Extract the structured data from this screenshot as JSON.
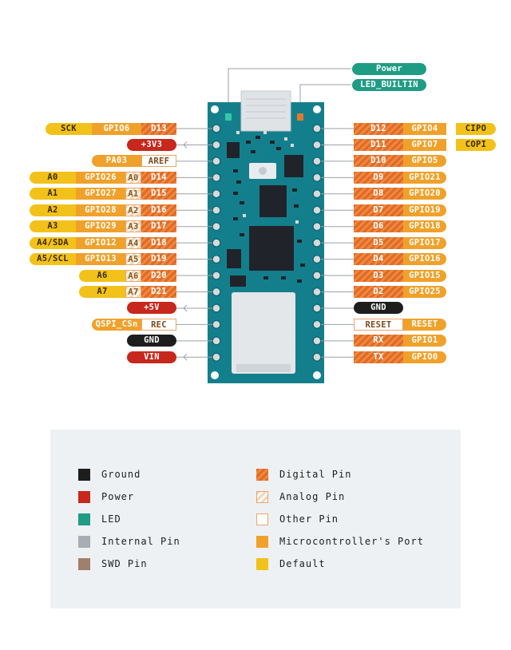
{
  "top_labels": [
    {
      "key": "power",
      "text": "Power",
      "type": "led"
    },
    {
      "key": "led_builtin",
      "text": "LED_BUILTIN",
      "type": "led"
    }
  ],
  "left_pins": [
    {
      "labels": [
        {
          "text": "SCK",
          "type": "default"
        },
        {
          "text": "GPIO6",
          "type": "port"
        },
        {
          "text": "D13",
          "type": "digital"
        }
      ]
    },
    {
      "labels": [
        {
          "text": "+3V3",
          "type": "power"
        }
      ]
    },
    {
      "labels": [
        {
          "text": "PA03",
          "type": "port"
        },
        {
          "text": "AREF",
          "type": "other"
        }
      ]
    },
    {
      "labels": [
        {
          "text": "A0",
          "type": "default"
        },
        {
          "text": "GPIO26",
          "type": "port"
        },
        {
          "text": "A0",
          "type": "analog"
        },
        {
          "text": "D14",
          "type": "digital"
        }
      ]
    },
    {
      "labels": [
        {
          "text": "A1",
          "type": "default"
        },
        {
          "text": "GPIO27",
          "type": "port"
        },
        {
          "text": "A1",
          "type": "analog"
        },
        {
          "text": "D15",
          "type": "digital"
        }
      ]
    },
    {
      "labels": [
        {
          "text": "A2",
          "type": "default"
        },
        {
          "text": "GPIO28",
          "type": "port"
        },
        {
          "text": "A2",
          "type": "analog"
        },
        {
          "text": "D16",
          "type": "digital"
        }
      ]
    },
    {
      "labels": [
        {
          "text": "A3",
          "type": "default"
        },
        {
          "text": "GPIO29",
          "type": "port"
        },
        {
          "text": "A3",
          "type": "analog"
        },
        {
          "text": "D17",
          "type": "digital"
        }
      ]
    },
    {
      "labels": [
        {
          "text": "A4/SDA",
          "type": "default"
        },
        {
          "text": "GPIO12",
          "type": "port"
        },
        {
          "text": "A4",
          "type": "analog"
        },
        {
          "text": "D18",
          "type": "digital"
        }
      ]
    },
    {
      "labels": [
        {
          "text": "A5/SCL",
          "type": "default"
        },
        {
          "text": "GPIO13",
          "type": "port"
        },
        {
          "text": "A5",
          "type": "analog"
        },
        {
          "text": "D19",
          "type": "digital"
        }
      ]
    },
    {
      "labels": [
        {
          "text": "A6",
          "type": "default"
        },
        {
          "text": "A6",
          "type": "analog"
        },
        {
          "text": "D20",
          "type": "digital"
        }
      ]
    },
    {
      "labels": [
        {
          "text": "A7",
          "type": "default"
        },
        {
          "text": "A7",
          "type": "analog"
        },
        {
          "text": "D21",
          "type": "digital"
        }
      ]
    },
    {
      "labels": [
        {
          "text": "+5V",
          "type": "power"
        }
      ]
    },
    {
      "labels": [
        {
          "text": "QSPI_CSn",
          "type": "port"
        },
        {
          "text": "REC",
          "type": "other"
        }
      ]
    },
    {
      "labels": [
        {
          "text": "GND",
          "type": "ground"
        }
      ]
    },
    {
      "labels": [
        {
          "text": "VIN",
          "type": "power"
        }
      ]
    }
  ],
  "right_pins": [
    {
      "labels": [
        {
          "text": "D12",
          "type": "digital"
        },
        {
          "text": "GPIO4",
          "type": "port"
        },
        {
          "text": "CIPO",
          "type": "default"
        }
      ]
    },
    {
      "labels": [
        {
          "text": "D11",
          "type": "digital"
        },
        {
          "text": "GPIO7",
          "type": "port"
        },
        {
          "text": "COPI",
          "type": "default"
        }
      ]
    },
    {
      "labels": [
        {
          "text": "D10",
          "type": "digital"
        },
        {
          "text": "GPIO5",
          "type": "port"
        }
      ]
    },
    {
      "labels": [
        {
          "text": "D9",
          "type": "digital"
        },
        {
          "text": "GPIO21",
          "type": "port"
        }
      ]
    },
    {
      "labels": [
        {
          "text": "D8",
          "type": "digital"
        },
        {
          "text": "GPIO20",
          "type": "port"
        }
      ]
    },
    {
      "labels": [
        {
          "text": "D7",
          "type": "digital"
        },
        {
          "text": "GPIO19",
          "type": "port"
        }
      ]
    },
    {
      "labels": [
        {
          "text": "D6",
          "type": "digital"
        },
        {
          "text": "GPIO18",
          "type": "port"
        }
      ]
    },
    {
      "labels": [
        {
          "text": "D5",
          "type": "digital"
        },
        {
          "text": "GPIO17",
          "type": "port"
        }
      ]
    },
    {
      "labels": [
        {
          "text": "D4",
          "type": "digital"
        },
        {
          "text": "GPIO16",
          "type": "port"
        }
      ]
    },
    {
      "labels": [
        {
          "text": "D3",
          "type": "digital"
        },
        {
          "text": "GPIO15",
          "type": "port"
        }
      ]
    },
    {
      "labels": [
        {
          "text": "D2",
          "type": "digital"
        },
        {
          "text": "GPIO25",
          "type": "port"
        }
      ]
    },
    {
      "labels": [
        {
          "text": "GND",
          "type": "ground"
        }
      ]
    },
    {
      "labels": [
        {
          "text": "RESET",
          "type": "other"
        },
        {
          "text": "RESET",
          "type": "port"
        }
      ]
    },
    {
      "labels": [
        {
          "text": "RX",
          "type": "digital"
        },
        {
          "text": "GPIO1",
          "type": "port"
        }
      ]
    },
    {
      "labels": [
        {
          "text": "TX",
          "type": "digital"
        },
        {
          "text": "GPIO0",
          "type": "port"
        }
      ]
    }
  ],
  "legend": [
    {
      "label": "Ground",
      "type": "ground"
    },
    {
      "label": "Power",
      "type": "power"
    },
    {
      "label": "LED",
      "type": "led"
    },
    {
      "label": "Internal Pin",
      "type": "internal"
    },
    {
      "label": "SWD Pin",
      "type": "swd"
    },
    {
      "label": "Digital Pin",
      "type": "digital"
    },
    {
      "label": "Analog Pin",
      "type": "analog"
    },
    {
      "label": "Other Pin",
      "type": "other"
    },
    {
      "label": "Microcontroller's Port",
      "type": "port"
    },
    {
      "label": "Default",
      "type": "default"
    }
  ],
  "colors": {
    "board": "#147f8c",
    "board_dark": "#0f6a75",
    "chip": "#20242a",
    "pad": "#d9d9d9",
    "ground": "#1d1d1d",
    "power": "#c7271c",
    "led": "#1f9c84",
    "internal": "#a7adb2",
    "swd": "#a07f6c",
    "digital": "#e87832",
    "port": "#f0a12a",
    "default": "#f2c21a"
  }
}
